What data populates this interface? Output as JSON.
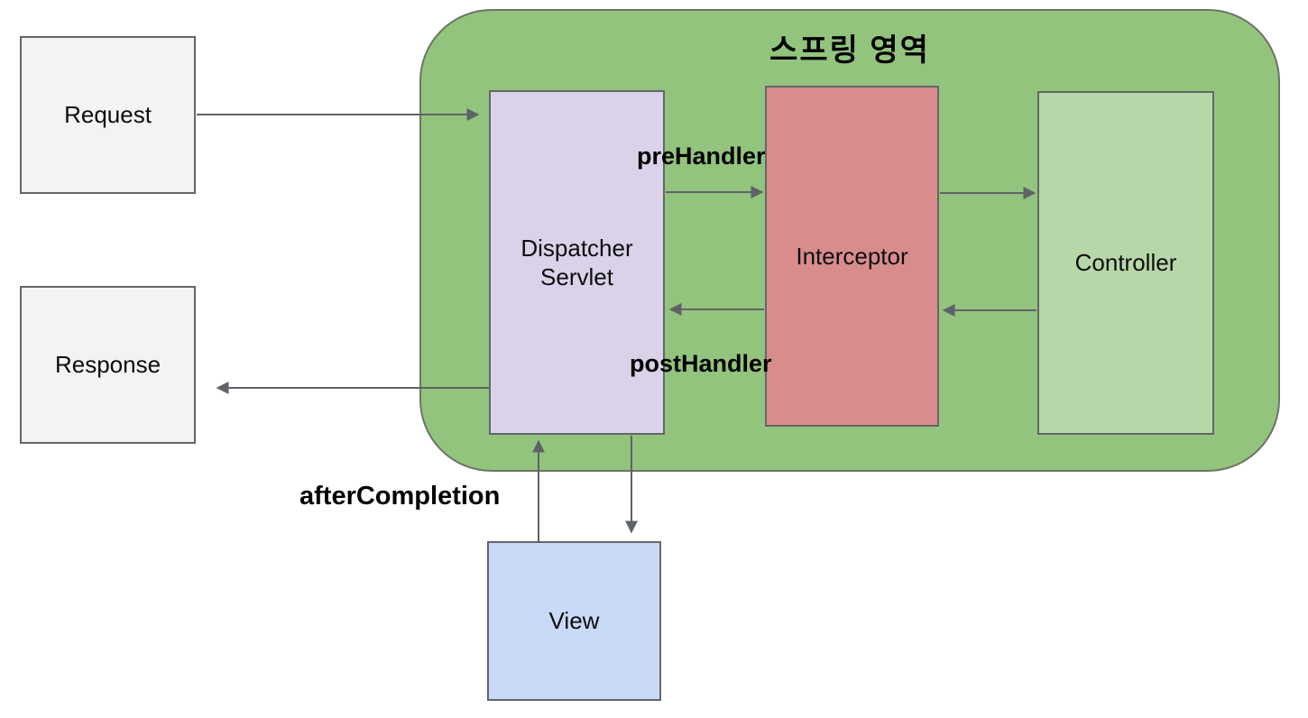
{
  "diagram": {
    "region_title": "스프링 영역",
    "nodes": {
      "request": {
        "label": "Request"
      },
      "response": {
        "label": "Response"
      },
      "dispatcher": {
        "label": "Dispatcher Servlet"
      },
      "interceptor": {
        "label": "Interceptor"
      },
      "controller": {
        "label": "Controller"
      },
      "view": {
        "label": "View"
      }
    },
    "edge_labels": {
      "pre_handler": "preHandler",
      "post_handler": "postHandler",
      "after_completion": "afterCompletion"
    },
    "colors": {
      "region_fill": "#93c47d",
      "dispatcher_fill": "#d9d2e9",
      "interceptor_fill": "#d98c8c",
      "controller_fill": "#b6d7a8",
      "view_fill": "#c9daf8",
      "io_fill": "#f3f3f3",
      "arrow": "#5f6368",
      "border": "#63666a"
    }
  }
}
